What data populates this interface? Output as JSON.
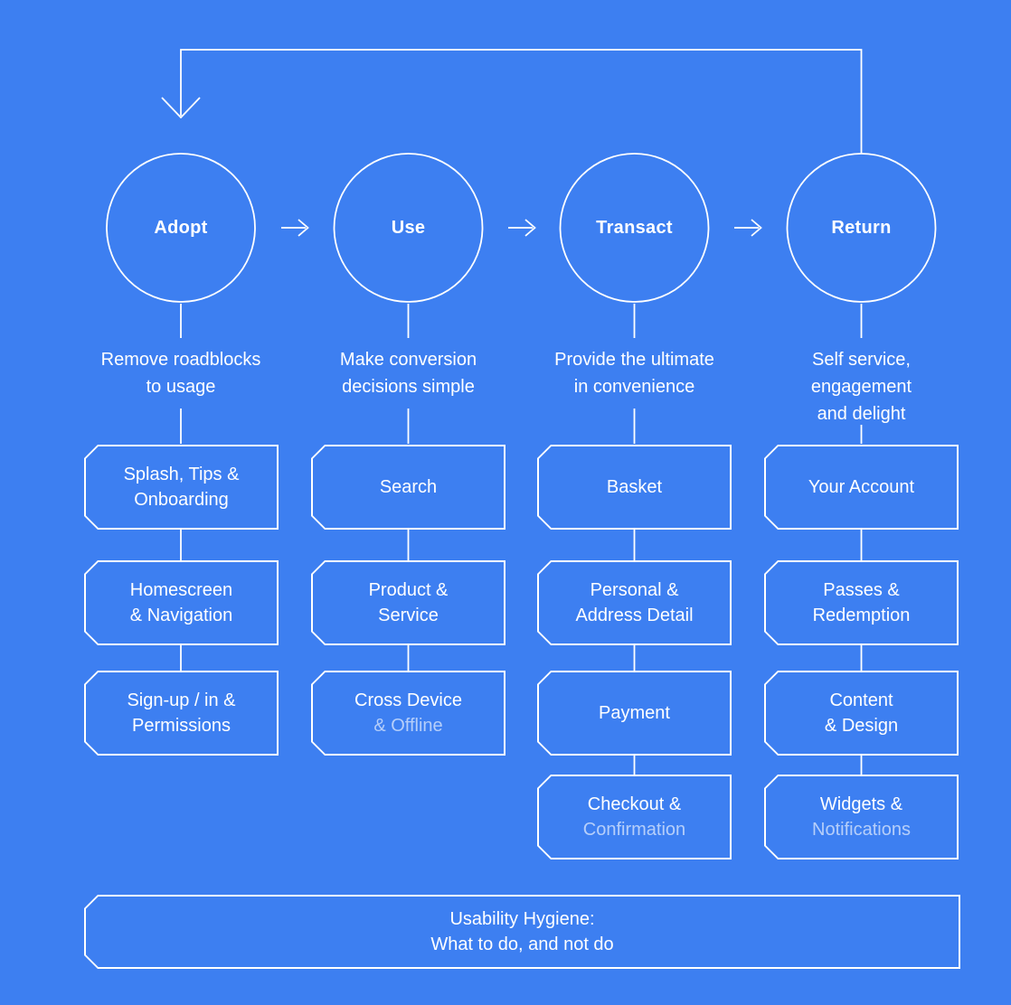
{
  "colors": {
    "background": "#3D7FF1",
    "stroke": "#FFFFFF",
    "dim_text": "rgba(255,255,255,0.62)"
  },
  "stages": [
    {
      "label": "Adopt",
      "description": [
        "Remove roadblocks",
        "to usage"
      ],
      "boxes": [
        [
          "Splash, Tips &",
          "Onboarding"
        ],
        [
          "Homescreen",
          "& Navigation"
        ],
        [
          "Sign-up / in &",
          "Permissions"
        ]
      ]
    },
    {
      "label": "Use",
      "description": [
        "Make conversion",
        "decisions simple"
      ],
      "boxes": [
        [
          "Search"
        ],
        [
          "Product &",
          "Service"
        ],
        [
          "Cross Device",
          "& Offline"
        ]
      ]
    },
    {
      "label": "Transact",
      "description": [
        "Provide the ultimate",
        "in convenience"
      ],
      "boxes": [
        [
          "Basket"
        ],
        [
          "Personal &",
          "Address Detail"
        ],
        [
          "Payment"
        ],
        [
          "Checkout &",
          "Confirmation"
        ]
      ]
    },
    {
      "label": "Return",
      "description": [
        "Self service,",
        "engagement",
        "and delight"
      ],
      "boxes": [
        [
          "Your Account"
        ],
        [
          "Passes &",
          "Redemption"
        ],
        [
          "Content",
          "& Design"
        ],
        [
          "Widgets &",
          "Notifications"
        ]
      ]
    }
  ],
  "footer": [
    "Usability Hygiene:",
    "What to do, and not do"
  ]
}
